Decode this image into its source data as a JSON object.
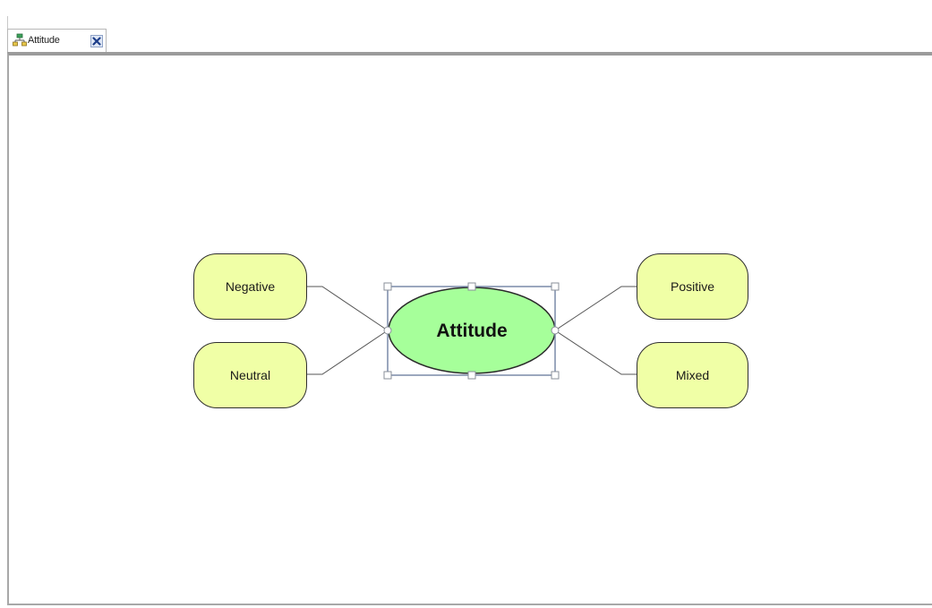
{
  "tab": {
    "title": "Attitude",
    "icon": "diagram-tree-icon",
    "close_icon": "close-x-icon"
  },
  "diagram": {
    "central_node": {
      "label": "Attitude",
      "fill": "#a6ff9a",
      "selected": true
    },
    "child_nodes": [
      {
        "label": "Negative",
        "fill": "#f0ffa6"
      },
      {
        "label": "Neutral",
        "fill": "#f0ffa6"
      },
      {
        "label": "Positive",
        "fill": "#f0ffa6"
      },
      {
        "label": "Mixed",
        "fill": "#f0ffa6"
      }
    ]
  },
  "colors": {
    "selection_frame": "#7a8aa8",
    "connector": "#555555"
  }
}
